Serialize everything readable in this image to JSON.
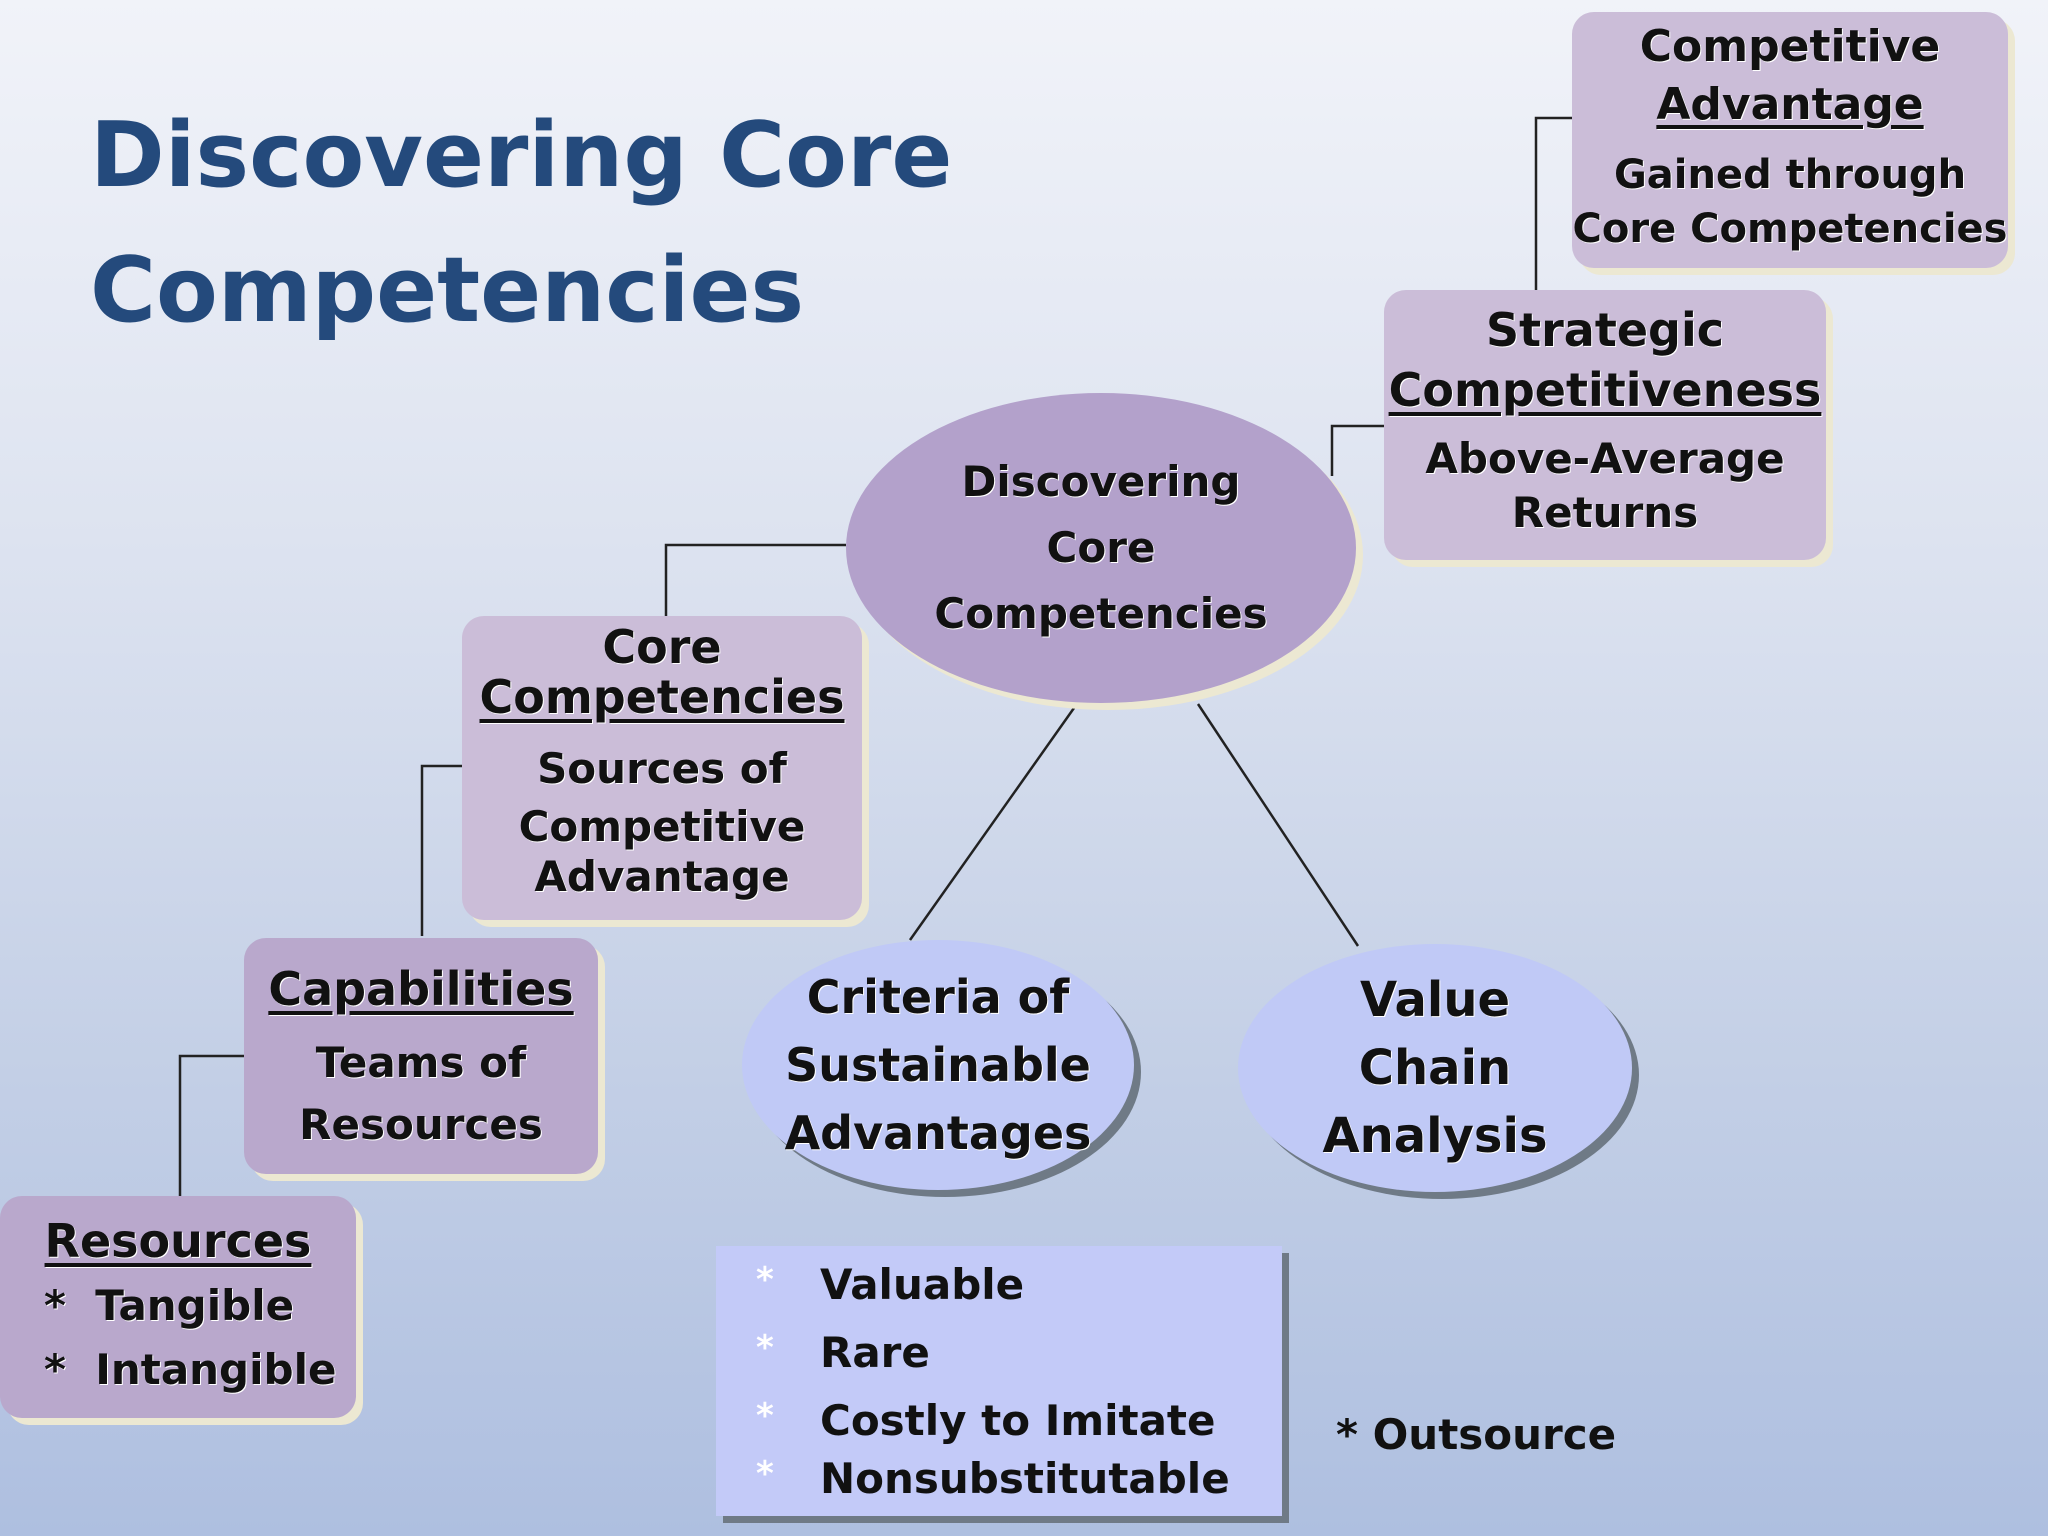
{
  "title": {
    "line1": "Discovering Core",
    "line2": "Competencies"
  },
  "center": {
    "line1": "Discovering",
    "line2": "Core",
    "line3": "Competencies"
  },
  "competitive_advantage": {
    "header1": "Competitive",
    "header2": "Advantage",
    "line1": "Gained through",
    "line2": "Core Competencies"
  },
  "strategic": {
    "header1": "Strategic",
    "header2": "Competitiveness",
    "line1": "Above-Average",
    "line2": "Returns"
  },
  "core_comp": {
    "header1": "Core",
    "header2": "Competencies",
    "line1": "Sources of",
    "line2": "Competitive",
    "line3": "Advantage"
  },
  "capabilities": {
    "header": "Capabilities",
    "line1": "Teams of",
    "line2": "Resources"
  },
  "resources": {
    "header": "Resources",
    "item1": "*  Tangible",
    "item2": "*  Intangible"
  },
  "criteria_ellipse": {
    "line1": "Criteria of",
    "line2": "Sustainable",
    "line3": "Advantages"
  },
  "value_chain": {
    "line1": "Value",
    "line2": "Chain",
    "line3": "Analysis"
  },
  "criteria_list": {
    "bullet": "*",
    "items": [
      "Valuable",
      "Rare",
      "Costly to Imitate",
      "Nonsubstitutable"
    ]
  },
  "outsource": "* Outsource",
  "colors": {
    "title": "#244a7c",
    "box": "#b9a8cc",
    "box_light": "#cbbdd8",
    "center": "#b3a1cb",
    "blue": "#c0c9f6"
  }
}
